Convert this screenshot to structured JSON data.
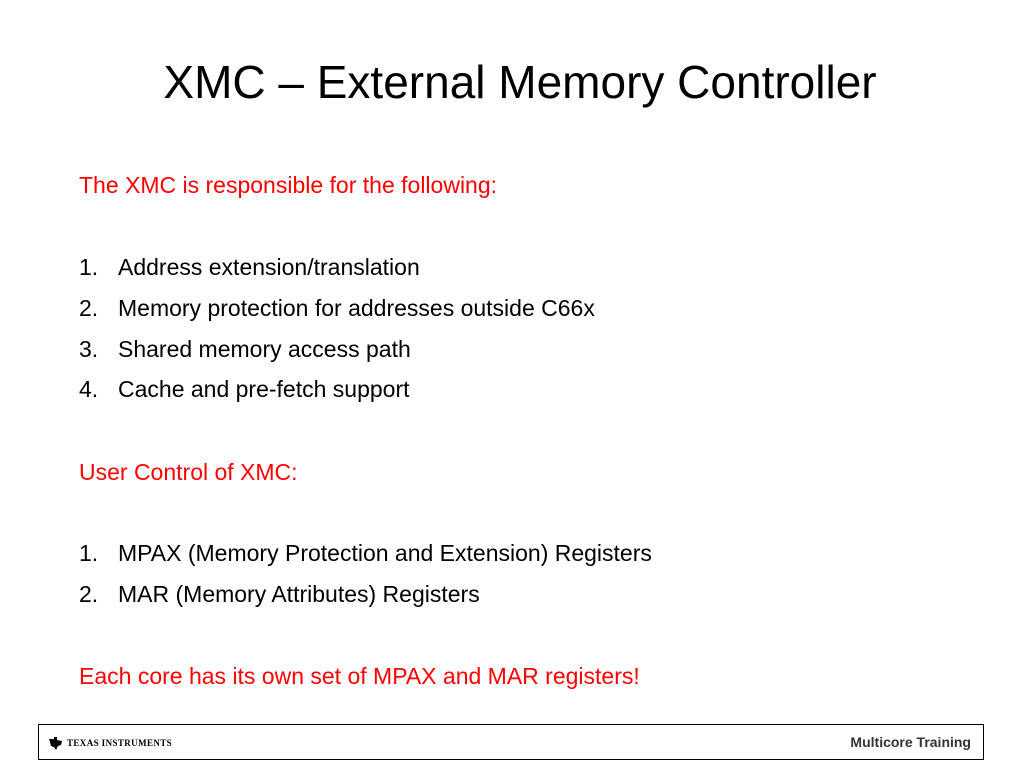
{
  "slide": {
    "title": "XMC – External Memory Controller",
    "intro_heading": "The XMC is responsible for the following:",
    "responsibilities": [
      {
        "number": "1.",
        "text": "Address extension/translation"
      },
      {
        "number": "2.",
        "text": "Memory protection for addresses outside C66x"
      },
      {
        "number": "3.",
        "text": "Shared memory access path"
      },
      {
        "number": "4.",
        "text": "Cache and pre-fetch support"
      }
    ],
    "control_heading": "User Control of XMC:",
    "controls": [
      {
        "number": "1.",
        "text": "MPAX (Memory Protection and Extension) Registers"
      },
      {
        "number": "2.",
        "text": "MAR (Memory Attributes) Registers"
      }
    ],
    "closing_note": "Each core has its own set of MPAX and MAR registers!"
  },
  "footer": {
    "logo_text": "Texas Instruments",
    "logo_icon": "ti-state-icon",
    "right_label": "Multicore Training"
  },
  "colors": {
    "highlight": "#ff0000",
    "text": "#000000",
    "footer_label": "#333333"
  }
}
